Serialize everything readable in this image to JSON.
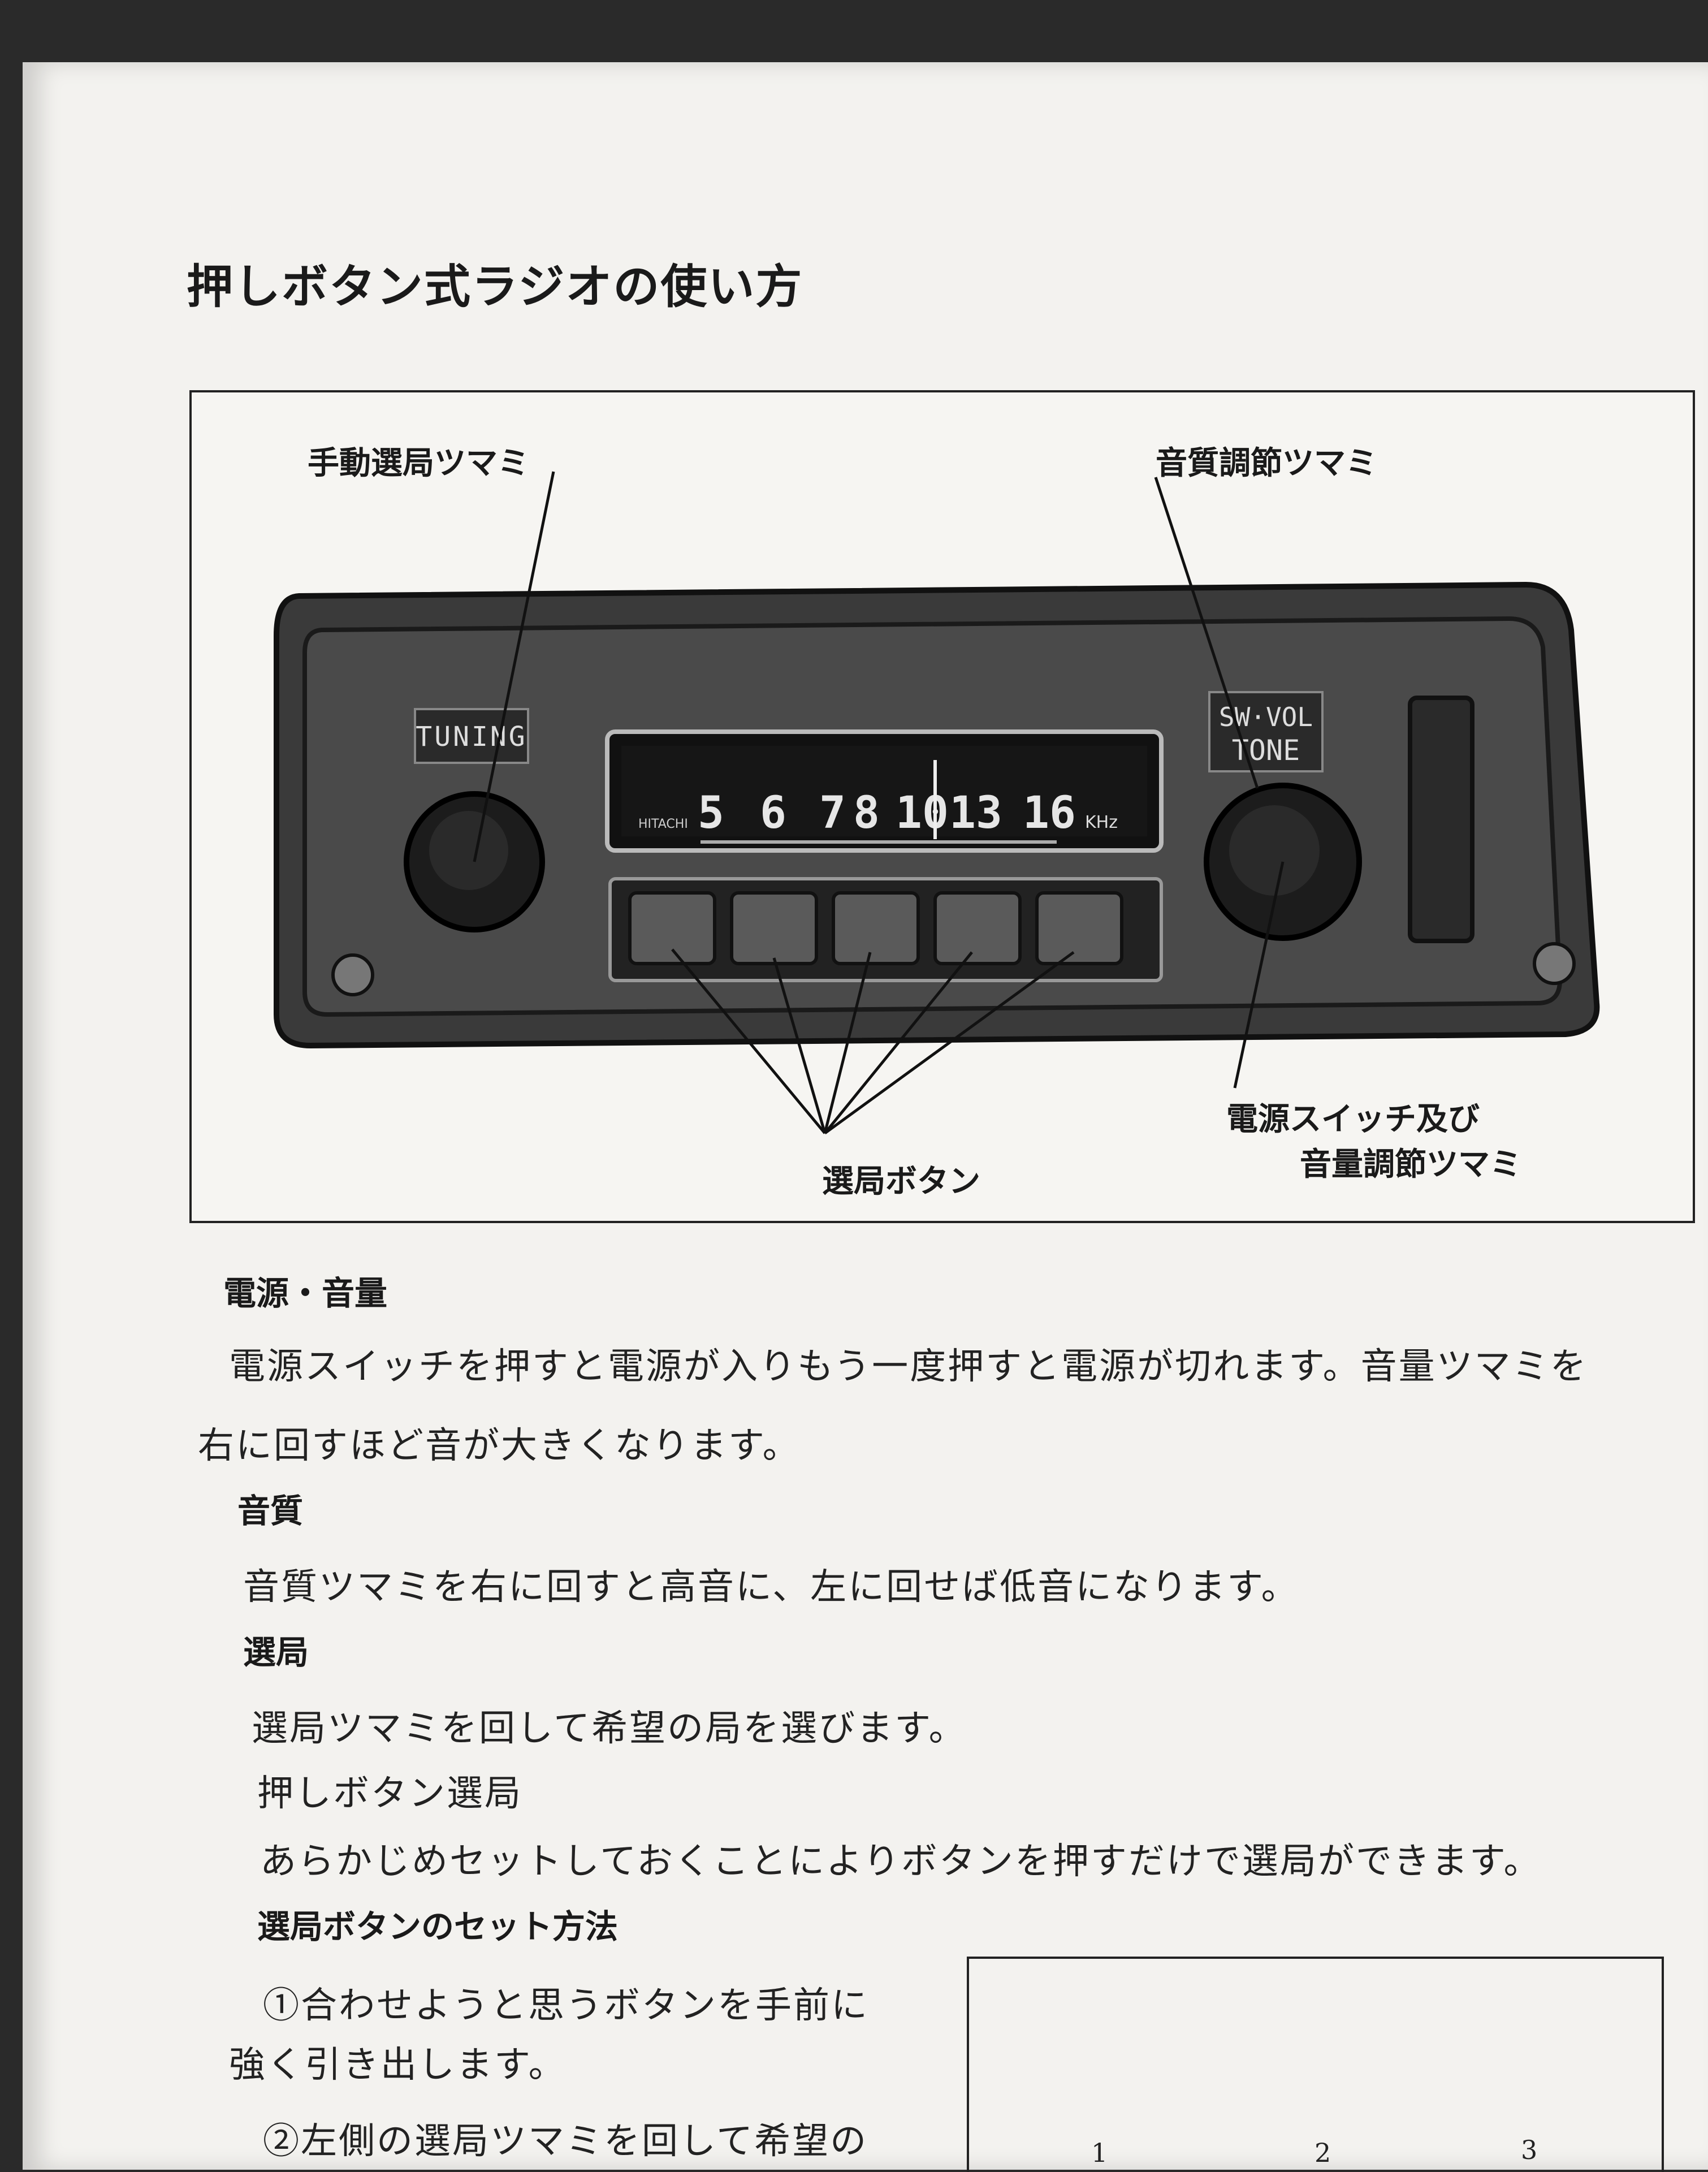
{
  "title": "押しボタン式ラジオの使い方",
  "figure": {
    "callouts": {
      "manual_tuning_knob": "手動選局ツマミ",
      "tone_knob": "音質調節ツマミ",
      "preset_buttons": "選局ボタン",
      "power_volume_line1": "電源スイッチ及び",
      "power_volume_line2": "音量調節ツマミ"
    },
    "radio_labels": {
      "tuning": "TUNING",
      "sw_vol": "SW·VOL",
      "tone": "TONE",
      "brand": "HITACHI",
      "unit": "KHz"
    },
    "dial_numbers": [
      "5",
      "6",
      "7",
      "8",
      "10",
      "13",
      "16"
    ]
  },
  "sections": {
    "power_volume_heading": "電源・音量",
    "power_volume_line1": "電源スイッチを押すと電源が入りもう一度押すと電源が切れます。音量ツマミを",
    "power_volume_line2": "右に回すほど音が大きくなります。",
    "tone_heading": "音質",
    "tone_text": "音質ツマミを右に回すと高音に、左に回せば低音になります。",
    "tuning_heading": "選局",
    "tuning_text": "選局ツマミを回して希望の局を選びます。",
    "pushbutton_heading": "押しボタン選局",
    "pushbutton_text": "あらかじめセットしておくことによりボタンを押すだけで選局ができます。",
    "setup_heading": "選局ボタンのセット方法",
    "step1_line1": "①合わせようと思うボタンを手前に",
    "step1_line2": "強く引き出します。",
    "step2_line1": "②左側の選局ツマミを回して希望の"
  },
  "small_figure_numbers": [
    "1",
    "2",
    "3"
  ]
}
